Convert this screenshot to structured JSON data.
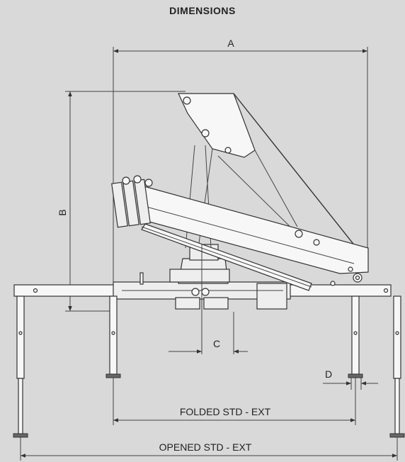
{
  "title": "DIMENSIONS",
  "dimensions": {
    "a": "A",
    "b": "B",
    "c": "C",
    "d": "D",
    "folded": "FOLDED STD - EXT",
    "opened": "OPENED STD - EXT"
  },
  "colors": {
    "background": "#d9d9d9",
    "line": "#333333"
  }
}
